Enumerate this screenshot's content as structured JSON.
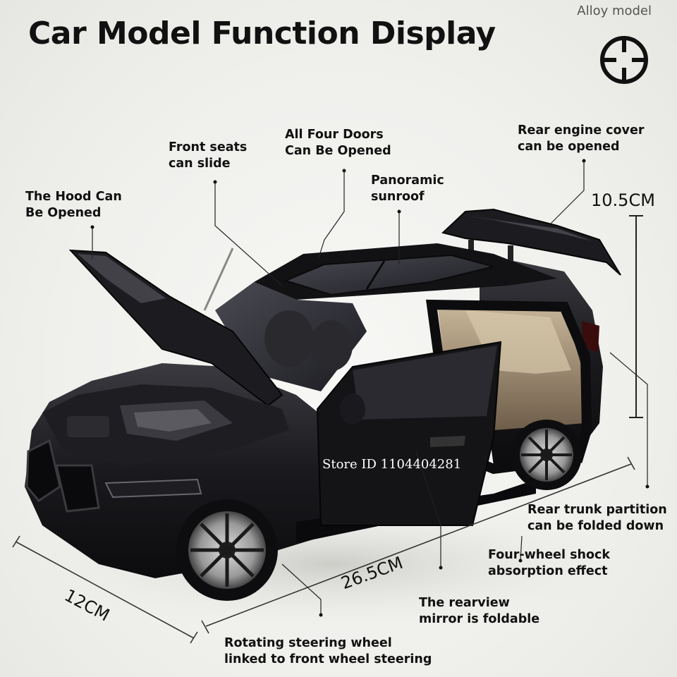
{
  "header": {
    "title": "Car Model Function Display",
    "brand": "Alloy model",
    "brand_icon": "crosshair-icon"
  },
  "features": {
    "hood": "The Hood Can\nBe Opened",
    "seats": "Front seats\ncan slide",
    "doors": "All Four Doors\nCan Be Opened",
    "sunroof": "Panoramic\nsunroof",
    "engine_cover": "Rear engine cover\ncan be opened",
    "trunk": "Rear trunk partition\ncan be folded down",
    "shock": "Four-wheel shock\nabsorption effect",
    "mirror": "The rearview\nmirror is foldable",
    "steering": "Rotating steering wheel\nlinked to front wheel steering"
  },
  "dimensions": {
    "height": "10.5CM",
    "length": "26.5CM",
    "width": "12CM"
  },
  "watermark": "Store ID 1104404281",
  "colors": {
    "car_body": "#151518",
    "background": "#efefec",
    "text": "#111111"
  }
}
